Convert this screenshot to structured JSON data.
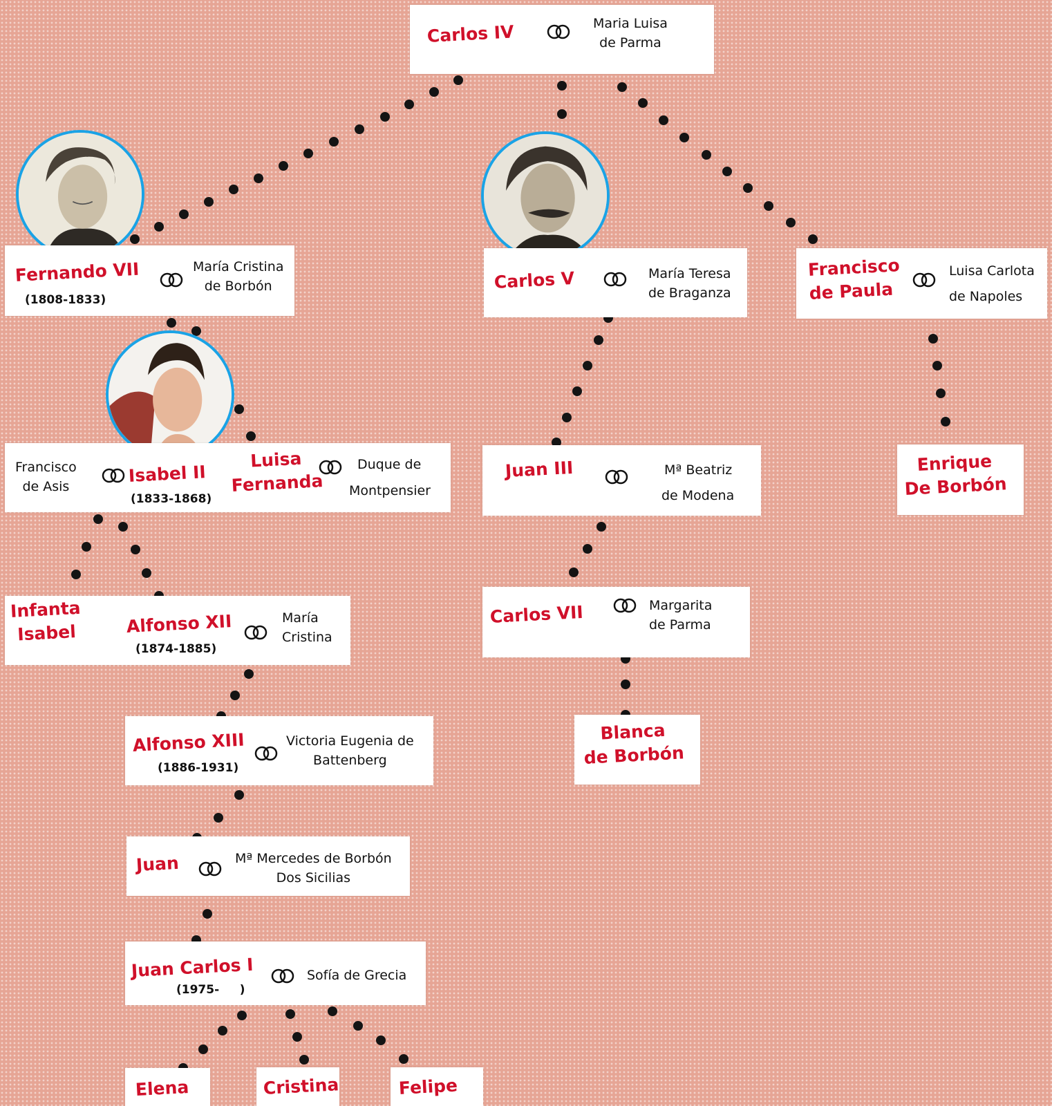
{
  "family_tree": {
    "carlos_iv": {
      "name": "Carlos IV",
      "spouse": "Maria Luisa\nde Parma"
    },
    "fernando_vii": {
      "name": "Fernando VII",
      "years": "(1808-1833)",
      "spouse": "María Cristina\nde Borbón"
    },
    "carlos_v": {
      "name": "Carlos V",
      "spouse": "María Teresa\nde Braganza"
    },
    "francisco_de_paula": {
      "name": "Francisco\nde Paula",
      "spouse_line1": "Luisa Carlota",
      "spouse_line2": "de Napoles"
    },
    "isabel_ii": {
      "name": "Isabel II",
      "years": "(1833-1868)",
      "spouse": "Francisco\nde Asis"
    },
    "luisa_fernanda": {
      "name": "Luisa\nFernanda",
      "spouse_line1": "Duque de",
      "spouse_line2": "Montpensier"
    },
    "juan_iii": {
      "name": "Juan III",
      "spouse_line1": "Mª Beatriz",
      "spouse_line2": "de Modena"
    },
    "enrique": {
      "name": "Enrique\nDe Borbón"
    },
    "infanta_isabel": {
      "name": "Infanta\nIsabel"
    },
    "alfonso_xii": {
      "name": "Alfonso XII",
      "years": "(1874-1885)",
      "spouse": "María\nCristina"
    },
    "carlos_vii": {
      "name": "Carlos VII",
      "spouse": "Margarita\nde Parma"
    },
    "blanca": {
      "name": "Blanca\nde Borbón"
    },
    "alfonso_xiii": {
      "name": "Alfonso XIII",
      "years": "(1886-1931)",
      "spouse": "Victoria Eugenia de\nBattenberg"
    },
    "juan": {
      "name": "Juan",
      "spouse": "Mª Mercedes de Borbón\nDos Sicilias"
    },
    "juan_carlos_i": {
      "name": "Juan Carlos I",
      "years": "(1975-     )",
      "spouse": "Sofía de Grecia"
    },
    "elena": {
      "name": "Elena"
    },
    "cristina": {
      "name": "Cristina"
    },
    "felipe": {
      "name": "Felipe"
    }
  },
  "icons": {
    "marriage": "interlocking-rings-icon"
  },
  "colors": {
    "name_red": "#d0102a",
    "portrait_border": "#1aa3e6",
    "background": "#e6a595"
  }
}
